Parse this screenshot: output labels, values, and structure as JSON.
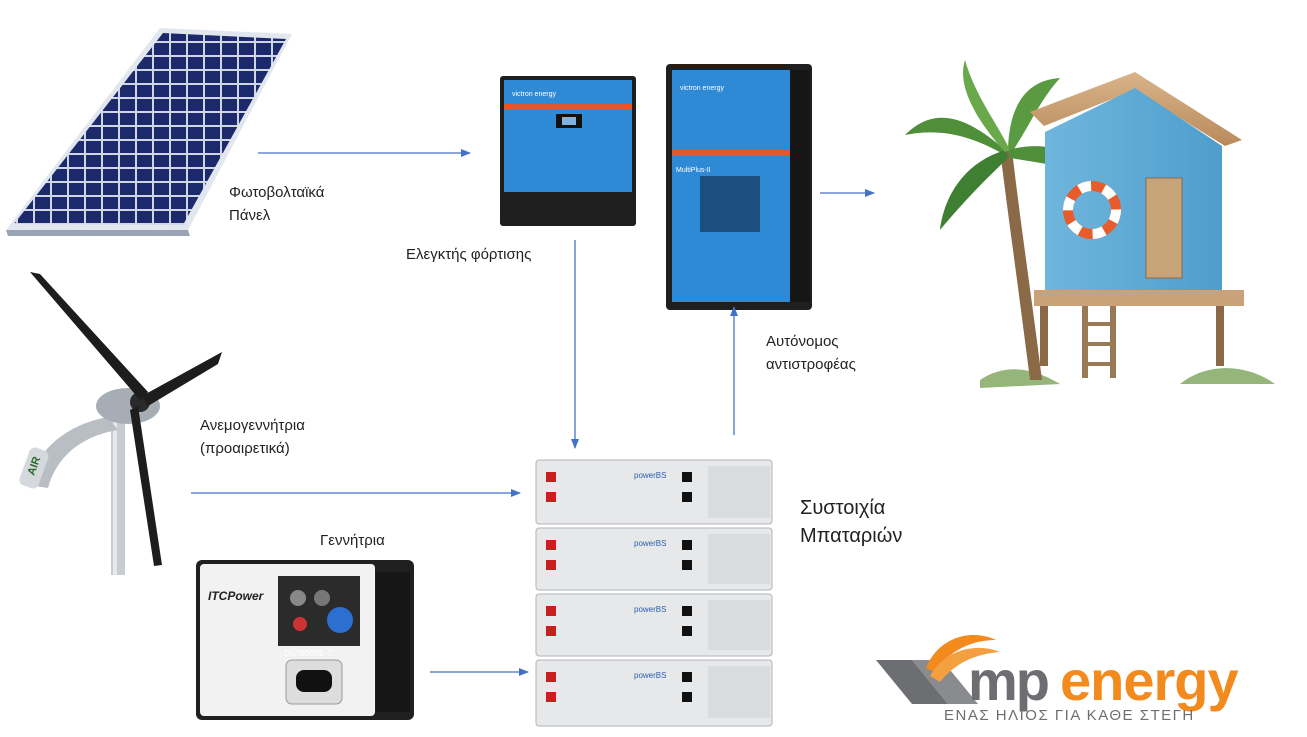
{
  "labels": {
    "solar_panels": [
      "Φωτοβολταϊκά",
      "Πάνελ"
    ],
    "charge_controller": "Ελεγκτής φόρτισης",
    "inverter": [
      "Αυτόνομος",
      "αντιστροφέας"
    ],
    "wind_turbine": [
      "Ανεμογεννήτρια",
      "(προαιρετικά)"
    ],
    "generator": "Γεννήτρια",
    "battery_bank": [
      "Συστοιχία",
      "Μπαταριών"
    ]
  },
  "device_text": {
    "wind_brand": "AIR",
    "generator_brand": "ITCPower",
    "generator_model": "DG7800SE-T",
    "battery_brand": "powerBS",
    "controller_brand": "victron energy",
    "inverter_brand": "victron energy",
    "inverter_model": "MultiPlus-II"
  },
  "logo": {
    "brand_mp": "mp",
    "brand_energy": "energy",
    "tagline": "ΕΝΑΣ ΗΛΙΟΣ ΓΙΑ ΚΑΘΕ ΣΤΕΓΗ"
  },
  "colors": {
    "arrow": "#4472c4",
    "victron_blue": "#2f8ad6",
    "logo_gray": "#6d6e71",
    "logo_orange": "#f38a1e"
  }
}
